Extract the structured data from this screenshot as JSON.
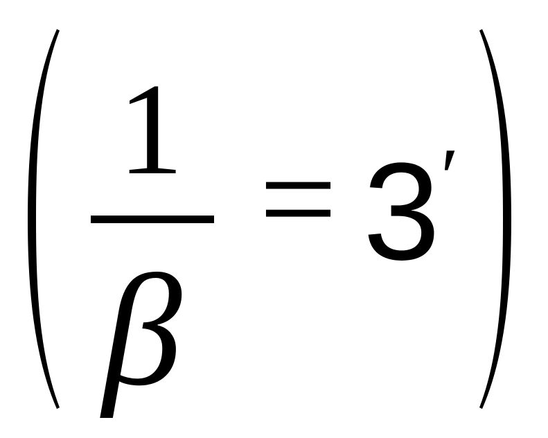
{
  "formula": {
    "numerator": "1",
    "denominator": "β",
    "relation": "=",
    "value": "3",
    "prime": "′"
  },
  "colors": {
    "ink": "#000000",
    "background": "#ffffff"
  }
}
